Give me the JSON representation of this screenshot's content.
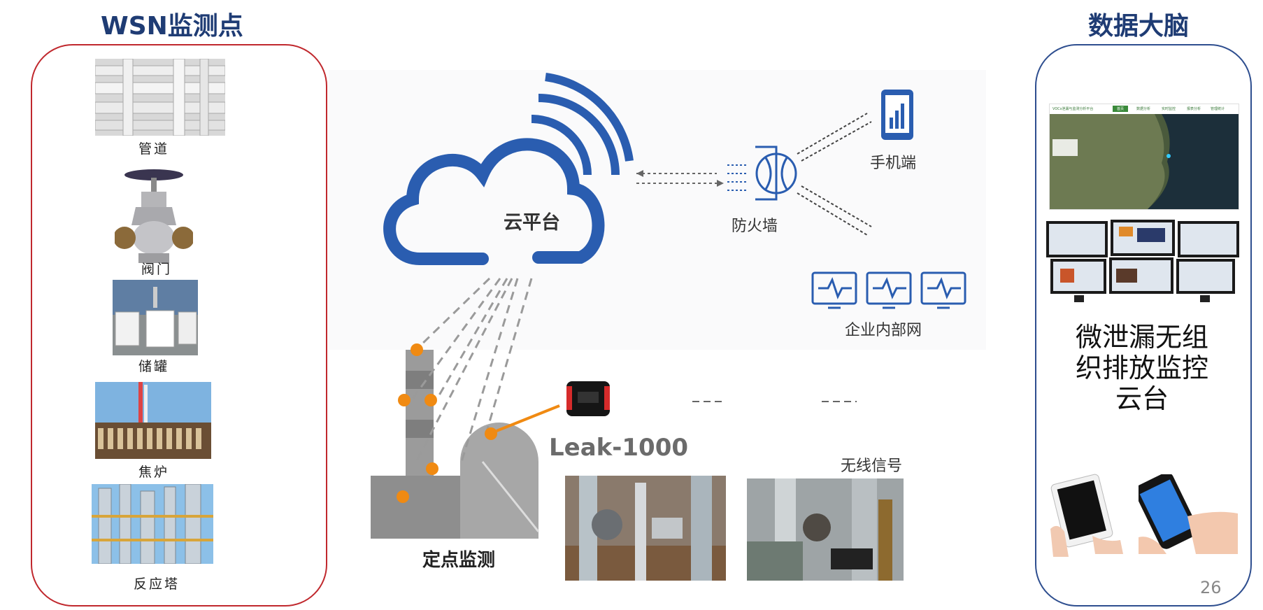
{
  "left": {
    "title": "WSN监测点",
    "items": [
      {
        "label": "管道",
        "icon": "pipes-photo"
      },
      {
        "label": "阀门",
        "icon": "valve-photo"
      },
      {
        "label": "储罐",
        "icon": "storage-tanks-photo"
      },
      {
        "label": "焦炉",
        "icon": "coke-oven-photo"
      },
      {
        "label": "反应塔",
        "icon": "reaction-tower-photo"
      }
    ],
    "border_color": "#c0282d"
  },
  "right": {
    "title": "数据大脑",
    "platform_lines": [
      "微泄漏无组",
      "织排放监控",
      "云台"
    ],
    "border_color": "#2e4e8f",
    "dashboard_tiny": {
      "title": "VOCs泄漏与监测分析平台",
      "tabs": [
        "首页",
        "数据分析",
        "实时监控",
        "报表分析",
        "管理统计"
      ]
    }
  },
  "diagram": {
    "cloud_label": "云平台",
    "firewall_label": "防火墙",
    "mobile_label": "手机端",
    "intranet_label": "企业内部网",
    "fixed_point_label": "定点监测",
    "device_label": "Leak-1000",
    "wireless_label": "无线信号",
    "accent_blue": "#2a5db0",
    "accent_orange": "#f08a12"
  },
  "page_number": "26"
}
